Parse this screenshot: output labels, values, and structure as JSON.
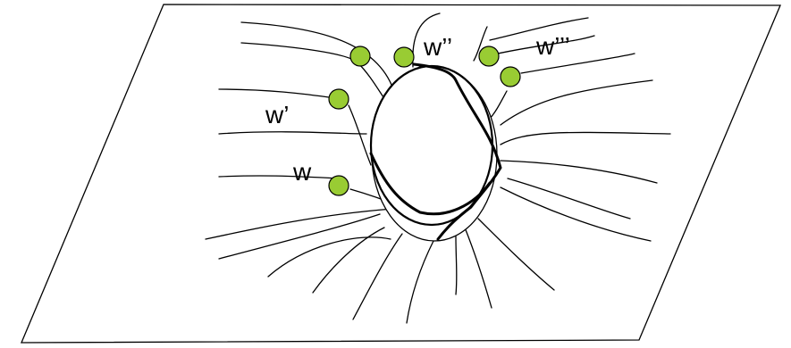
{
  "colors": {
    "node_fill": "#99cc33",
    "stroke": "#000000",
    "background": "#ffffff"
  },
  "labels": {
    "w": "w",
    "w_prime": "w’",
    "w_double_prime": "w’’",
    "w_triple_prime": "w’’’"
  }
}
